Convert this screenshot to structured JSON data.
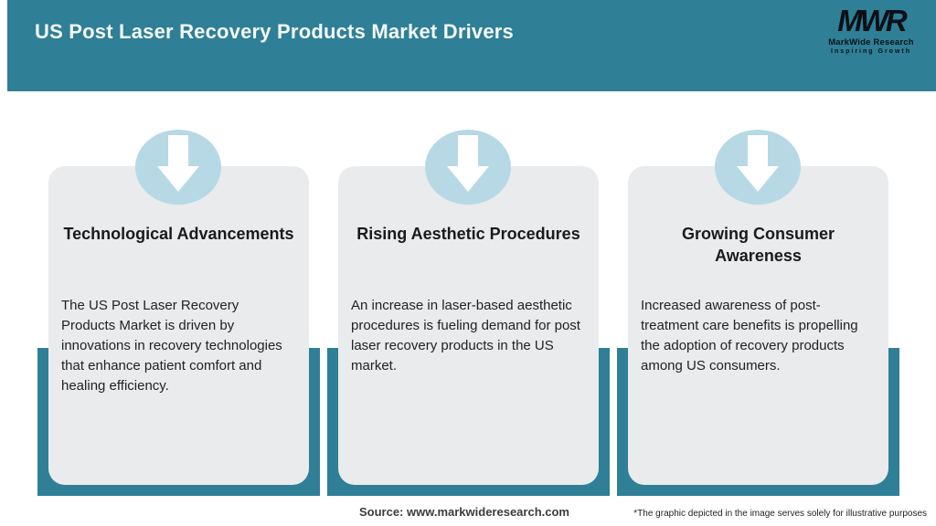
{
  "header": {
    "title": "US Post Laser Recovery Products Market Drivers",
    "logo": {
      "monogram": "MWR",
      "company": "MarkWide Research",
      "tagline": "Inspiring Growth"
    }
  },
  "cards": [
    {
      "title": "Technological Advancements",
      "body": "The US Post Laser Recovery Products Market is driven by innovations in recovery technologies that enhance patient comfort and healing efficiency."
    },
    {
      "title": "Rising Aesthetic Procedures",
      "body": "An increase in laser-based aesthetic procedures is fueling demand for post laser recovery products in the US market."
    },
    {
      "title": "Growing Consumer Awareness",
      "body": "Increased awareness of post-treatment care benefits is propelling the adoption of recovery products among US consumers."
    }
  ],
  "footer": {
    "source": "Source: www.markwideresearch.com",
    "disclaimer": "*The graphic depicted in the image serves solely for illustrative purposes"
  },
  "colors": {
    "header_teal": "#2F7F96",
    "frame_teal": "#2F7F96",
    "card_bg": "#E9EBEC",
    "badge_blue": "#B7D9E5",
    "arrow": "#FFFFFF",
    "header_text": "#FFFFFF",
    "body_text": "#222222"
  }
}
